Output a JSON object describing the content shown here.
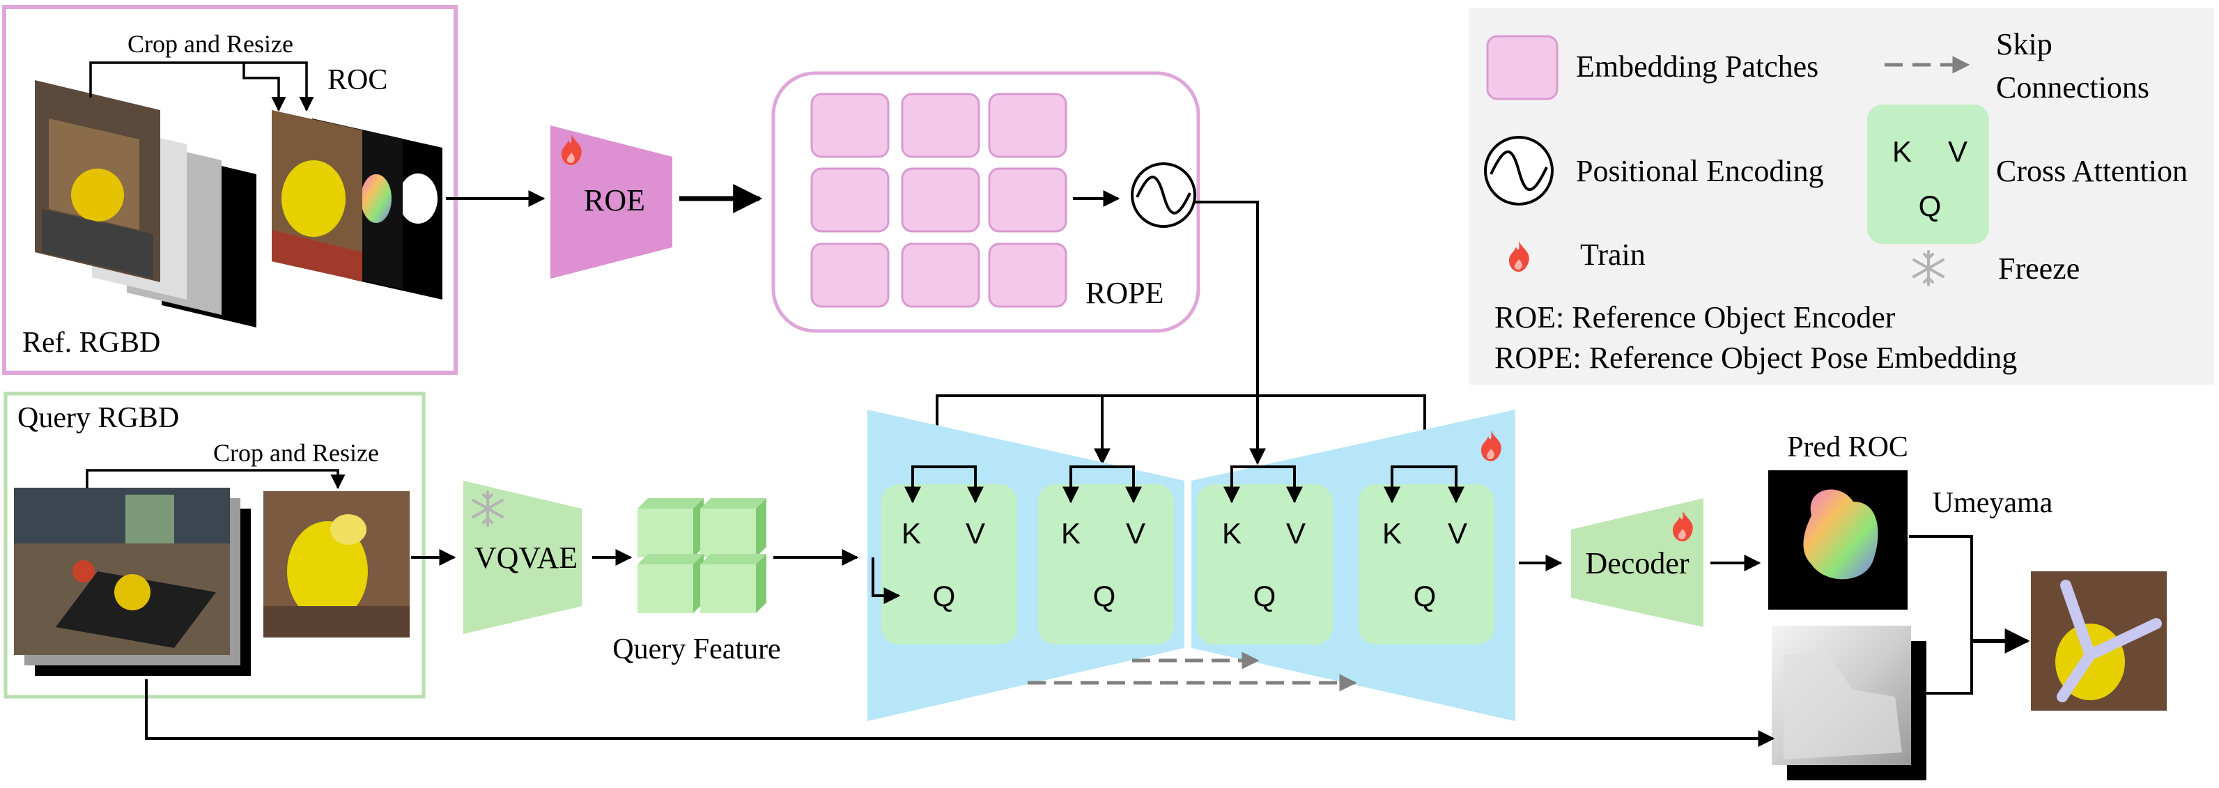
{
  "reference": {
    "title": "Ref. RGBD",
    "crop_label": "Crop and Resize",
    "roc_label": "ROC"
  },
  "encoder": {
    "label": "ROE"
  },
  "rope": {
    "label": "ROPE"
  },
  "query": {
    "title": "Query RGBD",
    "crop_label": "Crop and Resize",
    "vqvae_label": "VQVAE",
    "feature_label": "Query Feature"
  },
  "attention_blocks": [
    {
      "k": "K",
      "v": "V",
      "q": "Q"
    },
    {
      "k": "K",
      "v": "V",
      "q": "Q"
    },
    {
      "k": "K",
      "v": "V",
      "q": "Q"
    },
    {
      "k": "K",
      "v": "V",
      "q": "Q"
    }
  ],
  "decoder": {
    "label": "Decoder",
    "pred_label": "Pred ROC",
    "umeyama_label": "Umeyama"
  },
  "legend": {
    "embedding_patches": "Embedding Patches",
    "skip_line1": "Skip",
    "skip_line2": "Connections",
    "positional_encoding": "Positional Encoding",
    "cross_k": "K",
    "cross_v": "V",
    "cross_q": "Q",
    "cross_attention": "Cross Attention",
    "train": "Train",
    "freeze": "Freeze",
    "roe_def": "ROE: Reference Object Encoder",
    "rope_def": "ROPE: Reference Object Pose Embedding"
  },
  "colors": {
    "pink_fill": "#f4c8ea",
    "pink_border": "#d89bd1",
    "encoder_pink": "#dd90d2",
    "green_fill": "#c2efc4",
    "green_border": "#b6e0b0",
    "blue_fill": "#b6e6f8",
    "legend_bg": "#f2f2f2",
    "fire": "#f04a3a",
    "snow": "#b3b3b3"
  }
}
